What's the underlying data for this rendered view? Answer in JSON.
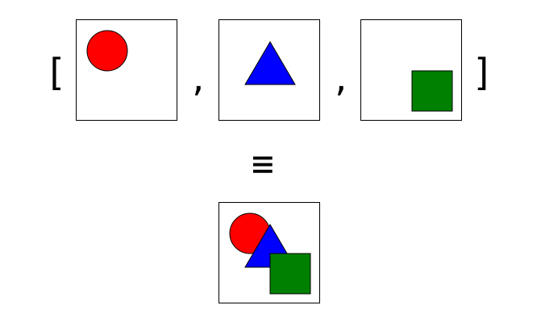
{
  "diagram": {
    "left_bracket": "[",
    "right_bracket": "]",
    "separator_1": ",",
    "separator_2": ",",
    "equivalence_symbol": "≡",
    "colors": {
      "circle": "#ff0000",
      "triangle": "#0000ff",
      "square": "#008000",
      "outline": "#000000",
      "background": "#ffffff"
    },
    "layers": [
      {
        "shape": "circle",
        "color": "#ff0000"
      },
      {
        "shape": "triangle",
        "color": "#0000ff"
      },
      {
        "shape": "square",
        "color": "#008000"
      }
    ],
    "composite_order": [
      "circle",
      "triangle",
      "square"
    ]
  }
}
